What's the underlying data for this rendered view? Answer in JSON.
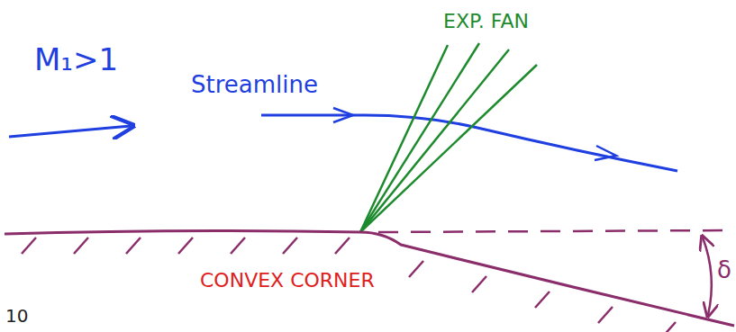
{
  "diagram": {
    "labels": [
      "M₁>1",
      "Streamline",
      "EXP. FAN",
      "CONVEX CORNER",
      "δ",
      "10"
    ]
  }
}
